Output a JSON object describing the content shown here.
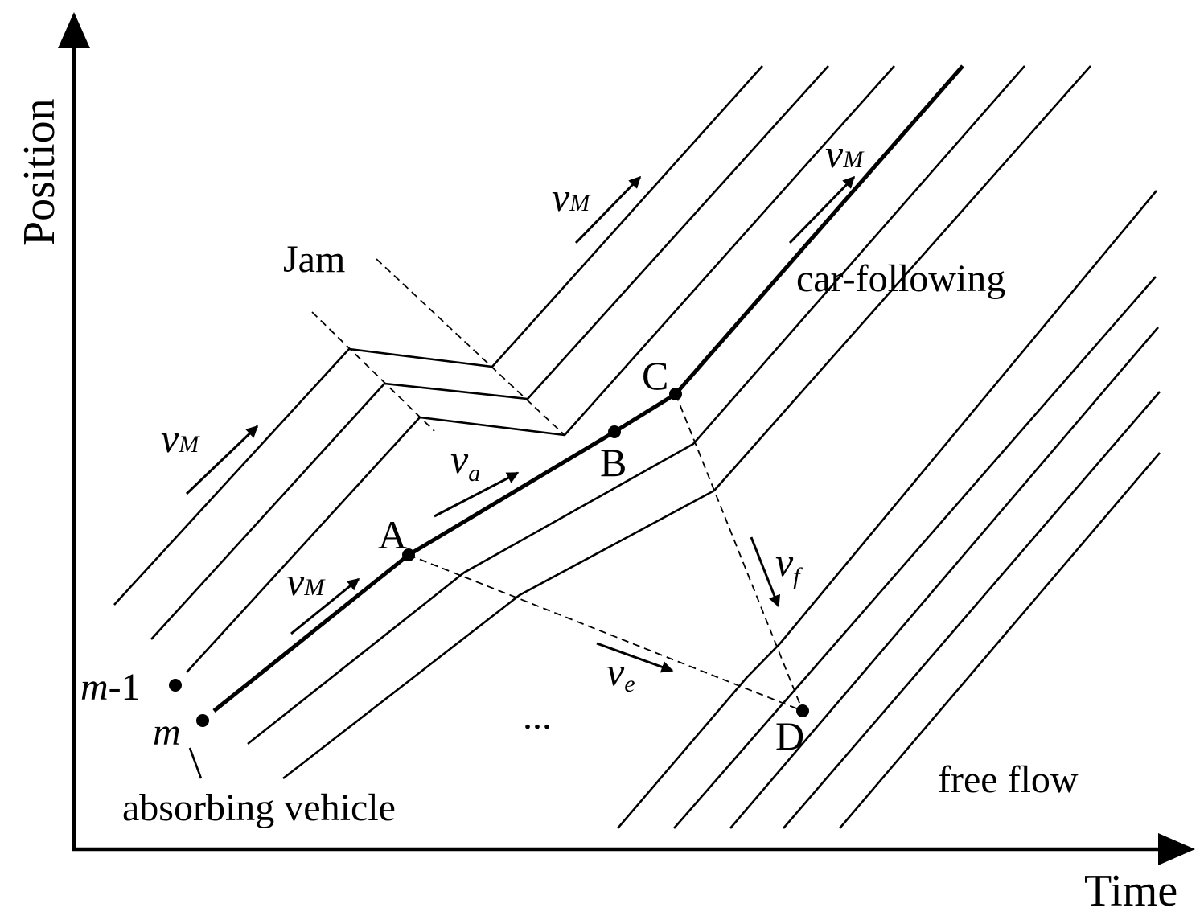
{
  "axes": {
    "x_label": "Time",
    "y_label": "Position"
  },
  "regions": {
    "jam": "Jam",
    "car_following": "car-following",
    "free_flow": "free flow"
  },
  "points": {
    "a": "A",
    "b": "B",
    "c": "C",
    "d": "D"
  },
  "vehicles": {
    "m_minus_1_var": "m",
    "m_minus_1_suffix": "-1",
    "m": "m",
    "absorbing_label": "absorbing vehicle",
    "ellipsis": "..."
  },
  "velocities": {
    "v_symbol": "v",
    "sub_max": "M",
    "sub_a": "a",
    "sub_f": "f",
    "sub_e": "e"
  }
}
